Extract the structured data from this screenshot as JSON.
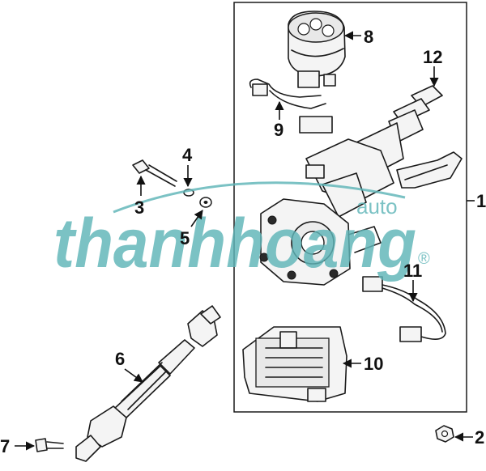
{
  "colors": {
    "ink": "#111111",
    "watermark": "#5fb5b8"
  },
  "watermark": {
    "brand": "thanhhoang",
    "sub": "auto",
    "mark": "®"
  },
  "callouts": [
    {
      "id": "c1",
      "label": "1"
    },
    {
      "id": "c2",
      "label": "2"
    },
    {
      "id": "c3",
      "label": "3"
    },
    {
      "id": "c4",
      "label": "4"
    },
    {
      "id": "c5",
      "label": "5"
    },
    {
      "id": "c6",
      "label": "6"
    },
    {
      "id": "c7",
      "label": "7"
    },
    {
      "id": "c8",
      "label": "8"
    },
    {
      "id": "c9",
      "label": "9"
    },
    {
      "id": "c10",
      "label": "10"
    },
    {
      "id": "c11",
      "label": "11"
    },
    {
      "id": "c12",
      "label": "12"
    }
  ]
}
